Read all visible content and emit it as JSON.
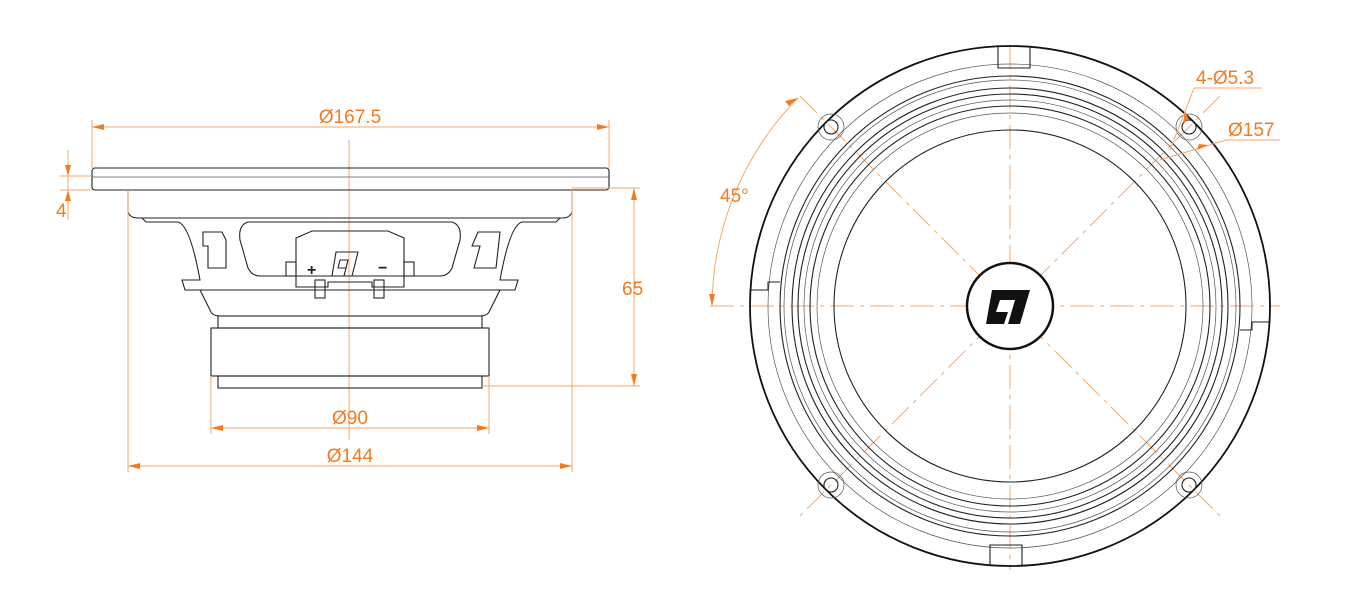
{
  "side_view": {
    "dimensions": {
      "frame_diameter": "Ø167.5",
      "frame_thickness": "4",
      "depth": "65",
      "magnet_diameter": "Ø90",
      "basket_diameter": "Ø144"
    },
    "terminal_labels": {
      "positive": "+",
      "negative": "−"
    }
  },
  "front_view": {
    "dimensions": {
      "mounting_holes": "4-Ø5.3",
      "hole_circle_diameter": "Ø157",
      "hole_angle": "45°"
    }
  },
  "colors": {
    "dimension": "#f47a20",
    "outline": "#222222"
  }
}
